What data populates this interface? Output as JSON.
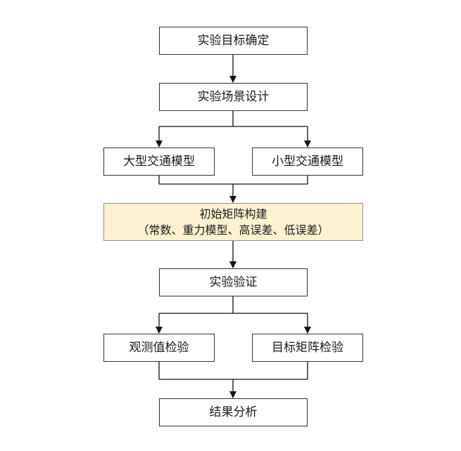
{
  "flowchart": {
    "nodes": {
      "objective": "实验目标确定",
      "scenario": "实验场景设计",
      "large_model": "大型交通模型",
      "small_model": "小型交通模型",
      "matrix_title": "初始矩阵构建",
      "matrix_detail": "（常数、重力模型、高误差、低误差）",
      "validation": "实验验证",
      "observed_check": "观测值检验",
      "target_check": "目标矩阵检验",
      "analysis": "结果分析"
    },
    "colors": {
      "highlight_fill": "#fdf1cf",
      "stroke": "#333333"
    }
  }
}
